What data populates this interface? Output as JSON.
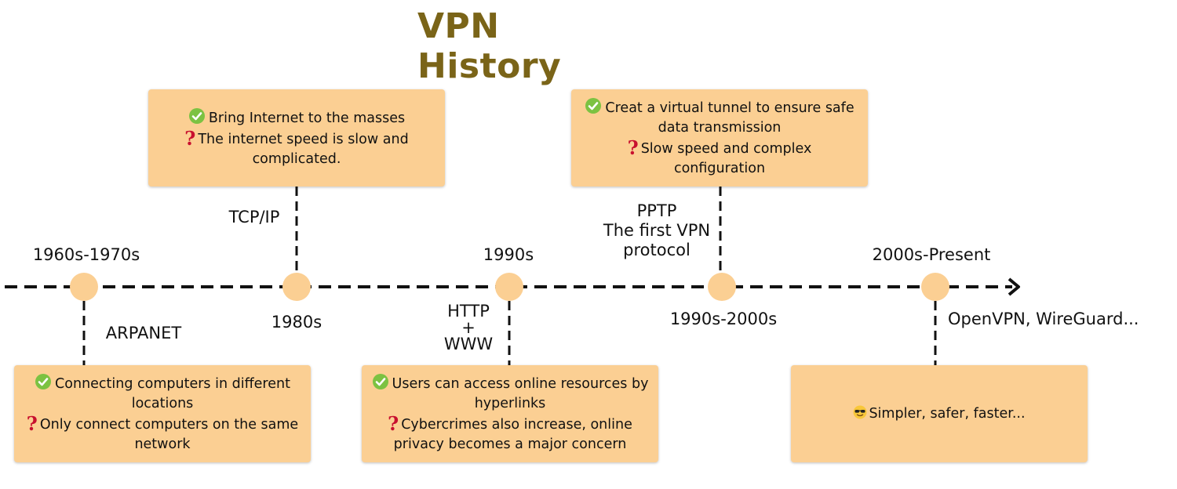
{
  "title": "VPN History",
  "colors": {
    "title": "#7a6418",
    "box": "#fbcf93",
    "node": "#fbcf93",
    "check": "#7cc242",
    "question": "#c8102e"
  },
  "eras": [
    {
      "date": "1960s-1970s",
      "tech": "ARPANET",
      "pro": "Connecting computers in different locations",
      "con": "Only connect computers on the same network"
    },
    {
      "date": "1980s",
      "tech": "TCP/IP",
      "pro": "Bring Internet to the masses",
      "con": "The internet speed is slow and complicated."
    },
    {
      "date": "1990s",
      "tech_line1": "HTTP",
      "tech_line2": "+",
      "tech_line3": "WWW",
      "pro": "Users can access online resources by hyperlinks",
      "con": "Cybercrimes also increase, online privacy becomes a major concern"
    },
    {
      "date": "1990s-2000s",
      "tech_line1": "PPTP",
      "tech_line2": "The first VPN",
      "tech_line3": "protocol",
      "pro": "Creat a virtual tunnel to ensure safe data transmission",
      "con": "Slow speed and complex configuration"
    },
    {
      "date": "2000s-Present",
      "tech": "OpenVPN, WireGuard...",
      "note": "Simpler, safer, faster..."
    }
  ],
  "icons": {
    "pro": "check-circle-icon",
    "con": "question-mark-icon",
    "note": "sunglasses-face-icon"
  }
}
